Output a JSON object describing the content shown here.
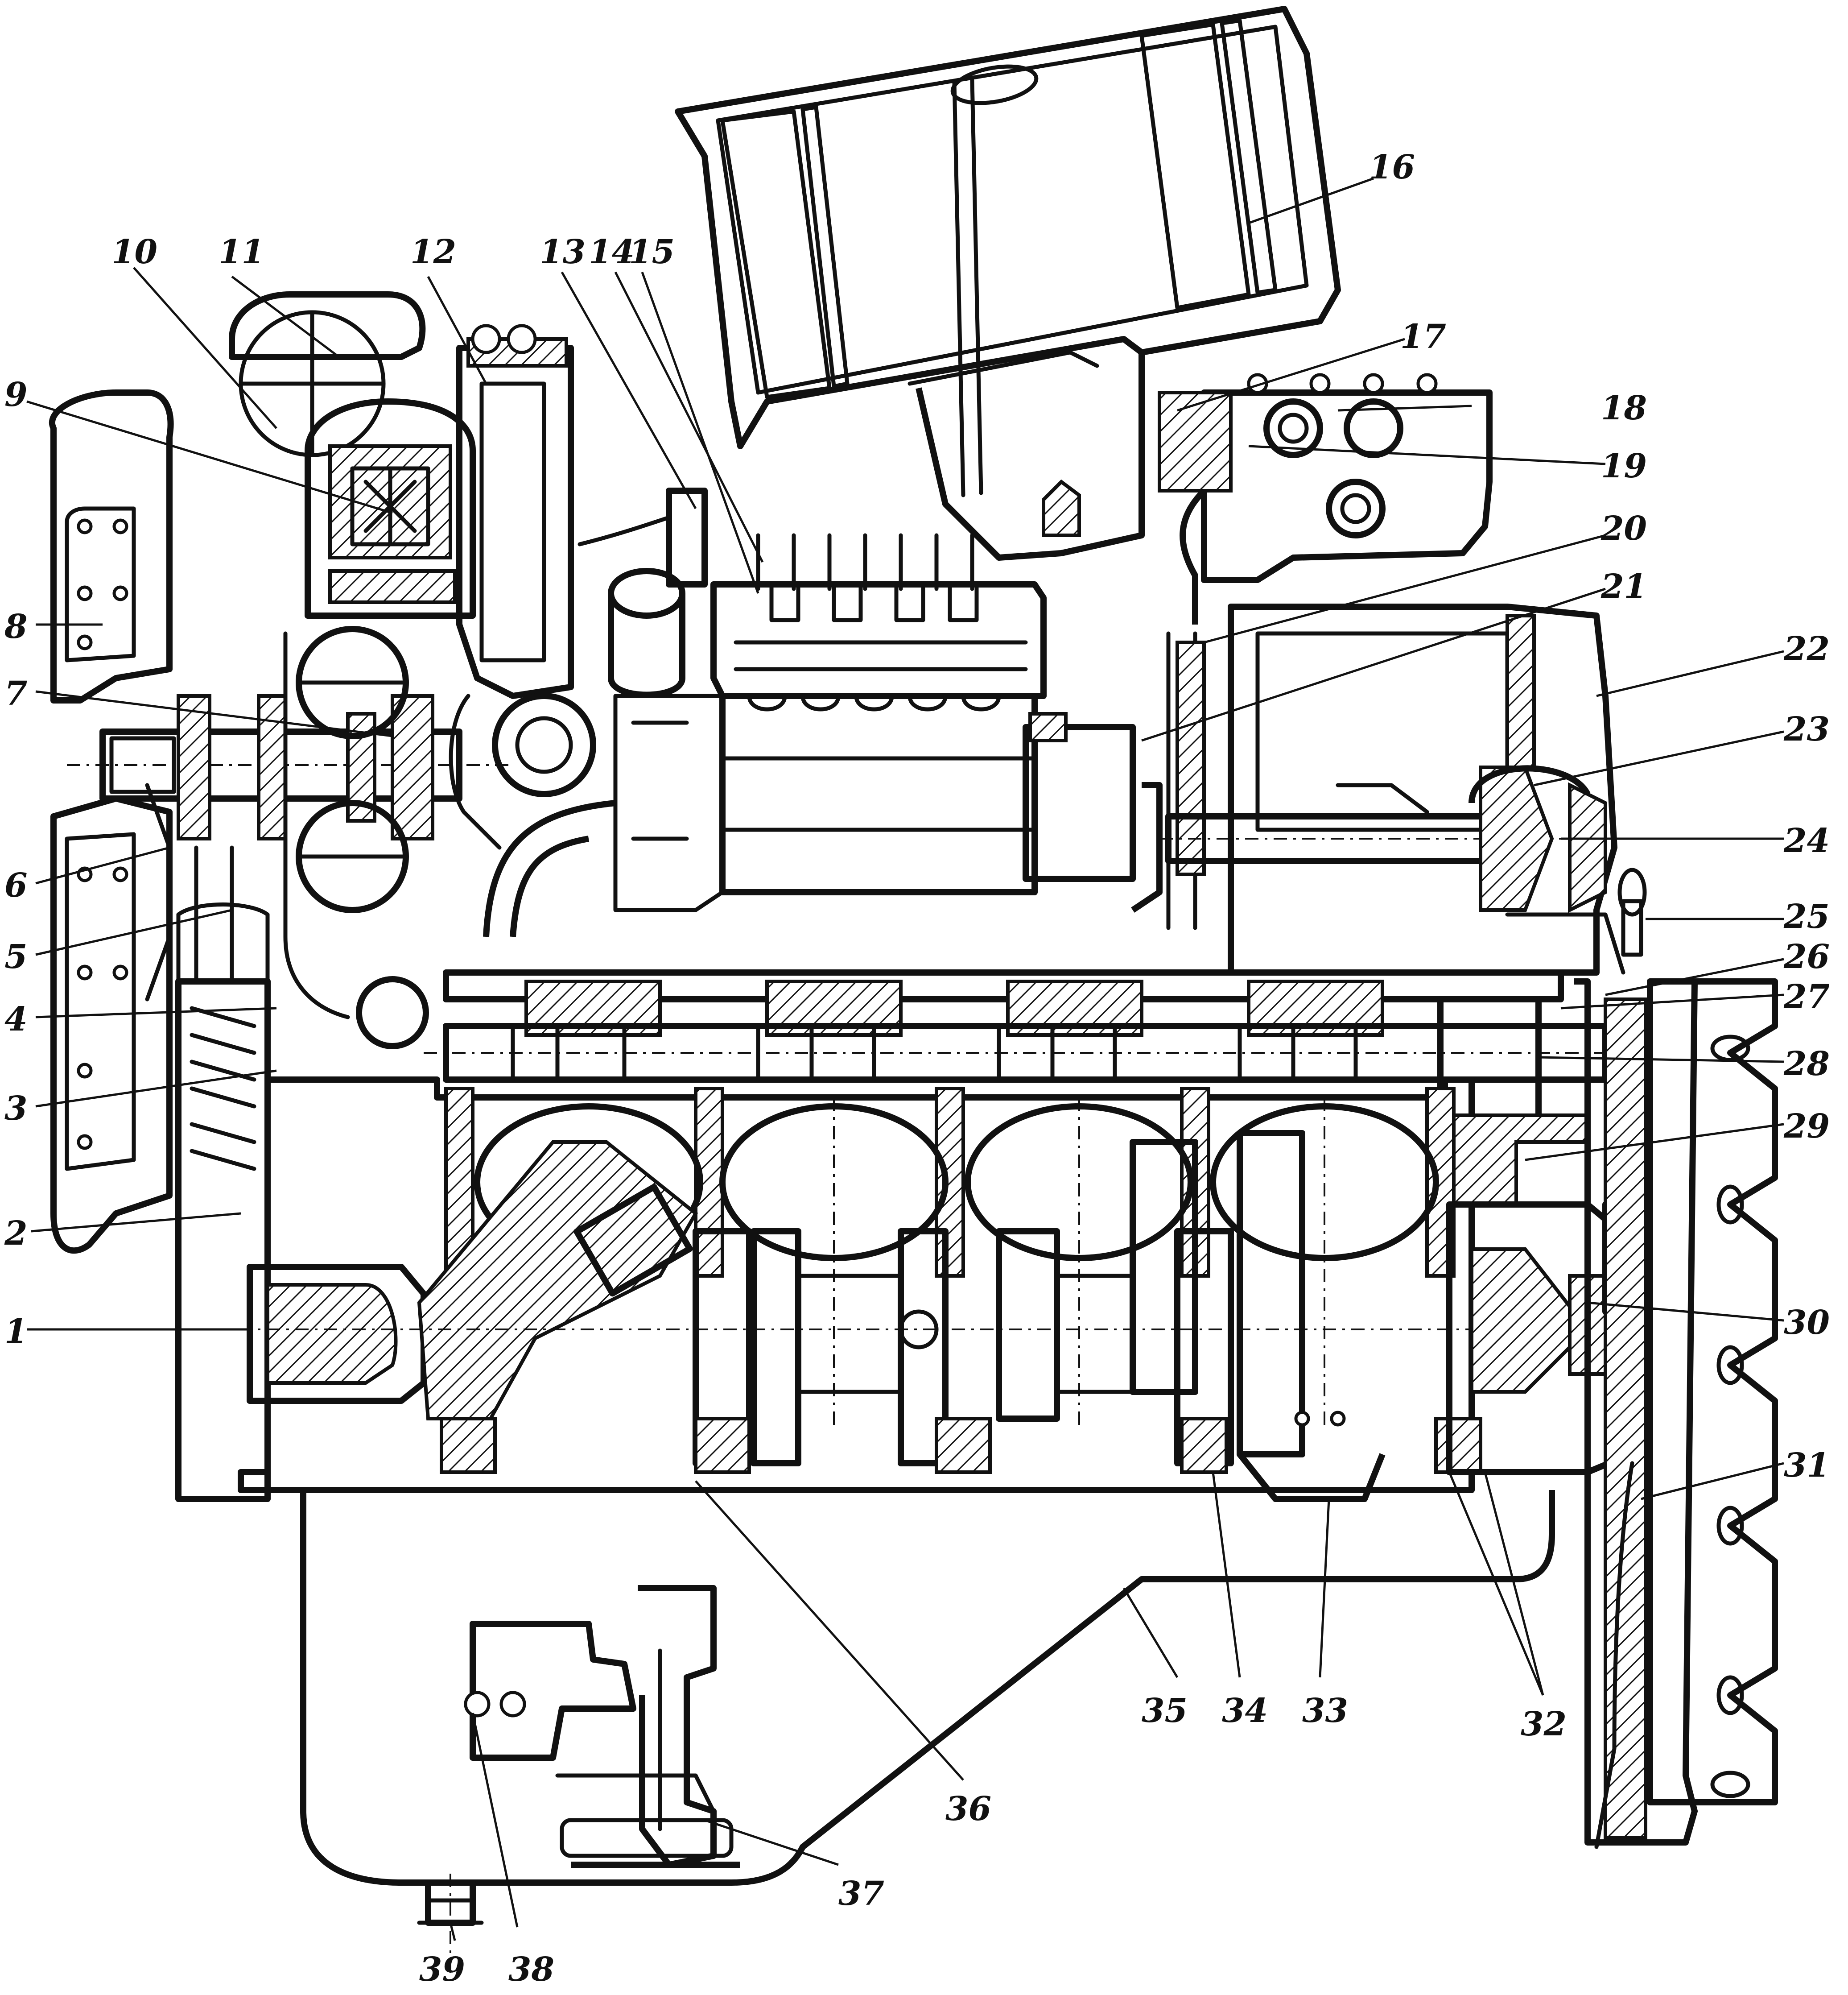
{
  "callouts": [
    {
      "label": "1"
    },
    {
      "label": "2"
    },
    {
      "label": "3"
    },
    {
      "label": "4"
    },
    {
      "label": "5"
    },
    {
      "label": "6"
    },
    {
      "label": "7"
    },
    {
      "label": "8"
    },
    {
      "label": "9"
    },
    {
      "label": "10"
    },
    {
      "label": "11"
    },
    {
      "label": "12"
    },
    {
      "label": "13"
    },
    {
      "label": "14"
    },
    {
      "label": "15"
    },
    {
      "label": "16"
    },
    {
      "label": "17"
    },
    {
      "label": "18"
    },
    {
      "label": "19"
    },
    {
      "label": "20"
    },
    {
      "label": "21"
    },
    {
      "label": "22"
    },
    {
      "label": "23"
    },
    {
      "label": "24"
    },
    {
      "label": "25"
    },
    {
      "label": "26"
    },
    {
      "label": "27"
    },
    {
      "label": "28"
    },
    {
      "label": "29"
    },
    {
      "label": "30"
    },
    {
      "label": "31"
    },
    {
      "label": "32"
    },
    {
      "label": "33"
    },
    {
      "label": "34"
    },
    {
      "label": "35"
    },
    {
      "label": "36"
    },
    {
      "label": "37"
    },
    {
      "label": "38"
    },
    {
      "label": "39"
    }
  ]
}
